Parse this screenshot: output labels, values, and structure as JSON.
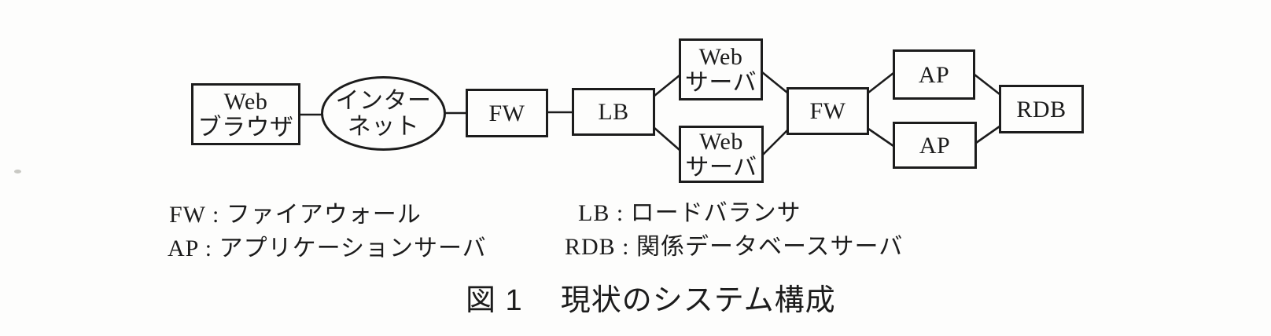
{
  "colors": {
    "ink": "#1c1c1c",
    "paper": "#fdfdfc"
  },
  "diagram": {
    "nodes": {
      "web_browser": {
        "line1": "Web",
        "line2": "ブラウザ"
      },
      "internet": {
        "line1": "インター",
        "line2": "ネット"
      },
      "fw1": "FW",
      "lb": "LB",
      "web_server_top": {
        "line1": "Web",
        "line2": "サーバ"
      },
      "web_server_bottom": {
        "line1": "Web",
        "line2": "サーバ"
      },
      "fw2": "FW",
      "ap_top": "AP",
      "ap_bottom": "AP",
      "rdb": "RDB"
    }
  },
  "legend": {
    "fw": "FW : ファイアウォール",
    "lb": "LB : ロードバランサ",
    "ap": "AP : アプリケーションサーバ",
    "rdb": "RDB : 関係データベースサーバ"
  },
  "caption": {
    "figure_no": "図 1",
    "title": "現状のシステム構成"
  }
}
